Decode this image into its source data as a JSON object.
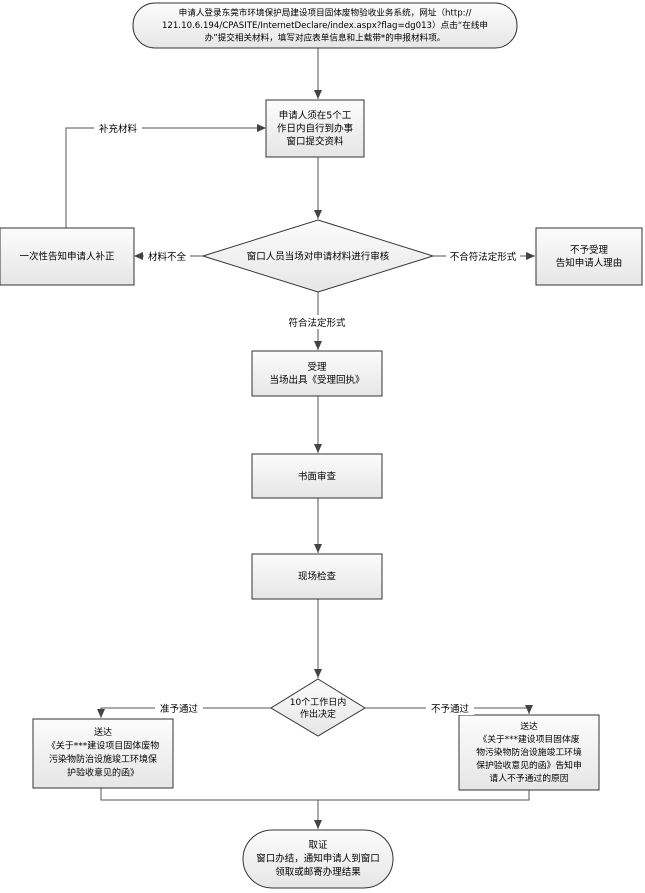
{
  "colors": {
    "node_fill": "#f0f0f0",
    "node_fill_light": "#fcfcfc",
    "stroke": "#333333",
    "edge": "#555555",
    "text": "#000000"
  },
  "nodes": {
    "start": {
      "lines": [
        "申请人登录东莞市环境保护局建设项目固体废物验收业务系统，网址（http://",
        "121.10.6.194/CPASITE/InternetDeclare/index.aspx?flag=dg013）点击“在线申",
        "办”提交相关材料，填写对应表单信息和上载带*的申报材料项。"
      ]
    },
    "submit": {
      "lines": [
        "申请人须在5个工",
        "作日内自行到办事",
        "窗口提交资料"
      ]
    },
    "review": {
      "lines": [
        "窗口人员当场对申请材料进行审核"
      ]
    },
    "notify_supplement": {
      "lines": [
        "一次性告知申请人补正"
      ]
    },
    "reject": {
      "lines": [
        "不予受理",
        "告知申请人理由"
      ]
    },
    "accept": {
      "lines": [
        "受理",
        "当场出具《受理回执》"
      ]
    },
    "written_review": {
      "lines": [
        "书面审查"
      ]
    },
    "site_check": {
      "lines": [
        "现场检查"
      ]
    },
    "decision": {
      "lines": [
        "10个工作日内",
        "作出决定"
      ]
    },
    "approve_doc": {
      "lines": [
        "送达",
        "《关于***建设项目固体废物",
        "污染物防治设施竣工环境保",
        "护验收意见的函》"
      ]
    },
    "deny_doc": {
      "lines": [
        "送达",
        "《关于***建设项目固体废",
        "物污染物防治设施竣工环境",
        "保护验收意见的函》告知申",
        "请人不予通过的原因"
      ]
    },
    "end": {
      "lines": [
        "取证",
        "窗口办结，通知申请人到窗口",
        "领取或邮寄办理结果"
      ]
    }
  },
  "edge_labels": {
    "supplement": "补充材料",
    "incomplete": "材料不全",
    "not_compliant": "不合符法定形式",
    "compliant": "符合法定形式",
    "approved": "准予通过",
    "denied": "不予通过"
  }
}
